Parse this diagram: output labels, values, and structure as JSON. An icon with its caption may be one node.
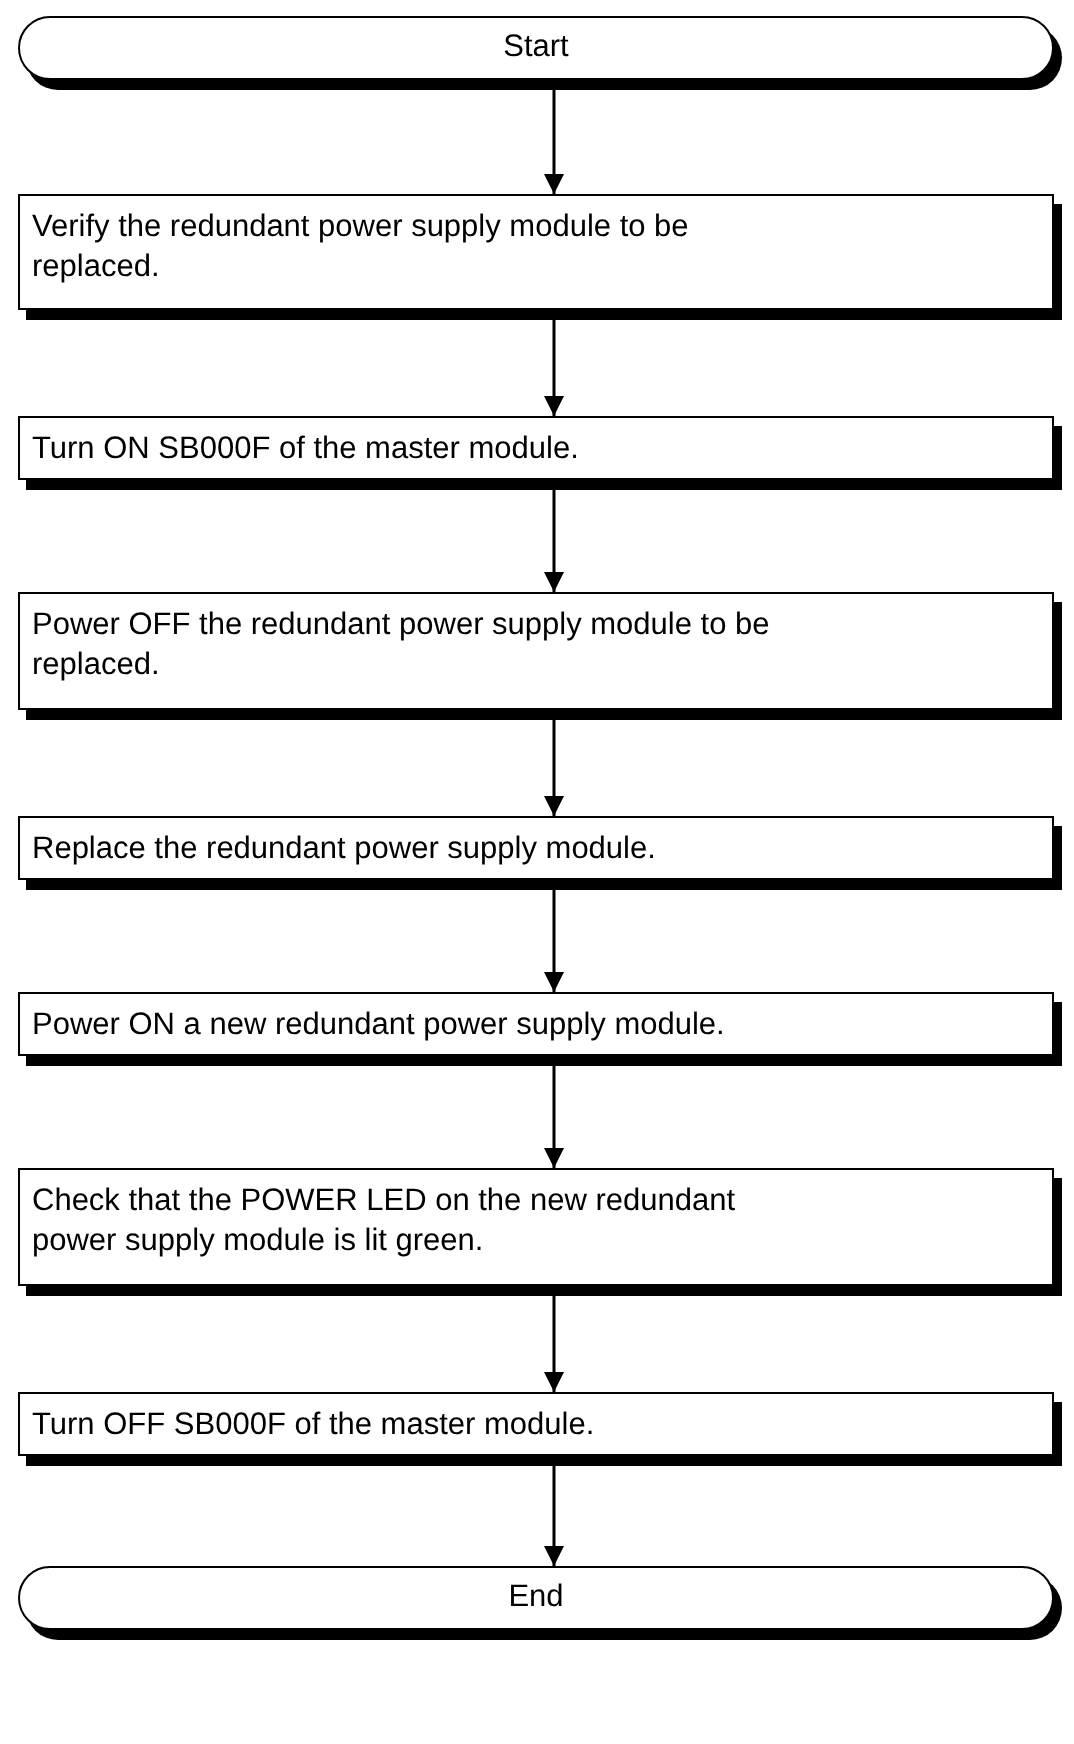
{
  "diagram": {
    "nodes": [
      {
        "text": [
          "Start"
        ]
      },
      {
        "text": [
          "Verify the redundant power supply module to be replaced."
        ]
      },
      {
        "text": [
          "Turn ON SB000F of the master module."
        ]
      },
      {
        "text": [
          "Power OFF the redundant power supply module to be replaced."
        ]
      },
      {
        "text": [
          "Replace the redundant power supply module."
        ]
      },
      {
        "text": [
          "Power ON a new redundant power supply module."
        ]
      },
      {
        "text": [
          "Check that the POWER LED on the new redundant power supply module is lit green."
        ]
      },
      {
        "text": [
          "Turn OFF SB000F of the master module."
        ]
      },
      {
        "text": [
          "End"
        ]
      }
    ],
    "edges": [
      {
        "from": 0,
        "to": 1,
        "arrow": "to"
      },
      {
        "from": 1,
        "to": 2,
        "arrow": "to"
      },
      {
        "from": 2,
        "to": 3,
        "arrow": "to"
      },
      {
        "from": 3,
        "to": 4,
        "arrow": "to"
      },
      {
        "from": 4,
        "to": 5,
        "arrow": "to"
      },
      {
        "from": 5,
        "to": 6,
        "arrow": "to"
      },
      {
        "from": 6,
        "to": 7,
        "arrow": "to"
      },
      {
        "from": 7,
        "to": 8,
        "arrow": "to"
      }
    ]
  }
}
